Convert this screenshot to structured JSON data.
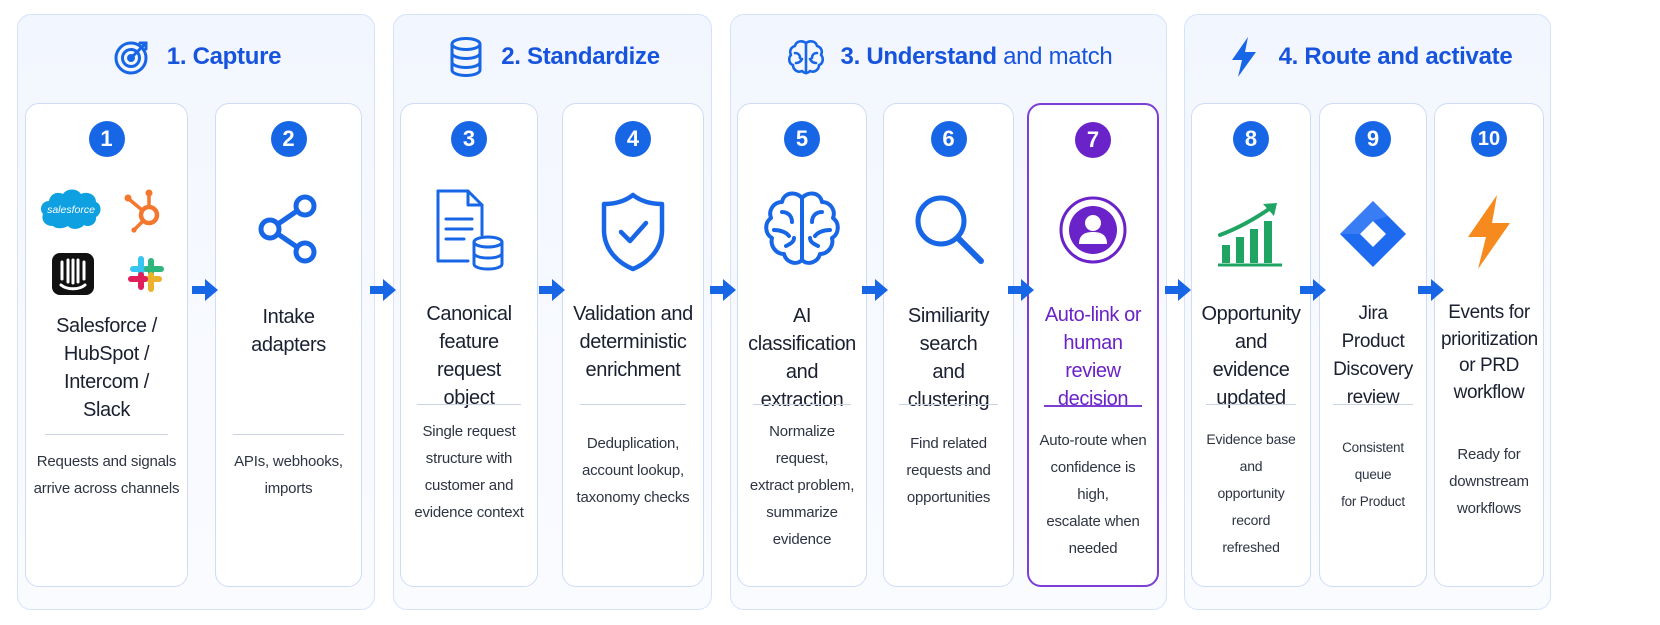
{
  "colors": {
    "accent_blue": "#1766e6",
    "title_blue": "#1654dd",
    "highlight_purple": "#6a22c9",
    "chart_green": "#1fa463",
    "jira_blue": "#1f6bf0",
    "bolt_orange": "#f78a1e",
    "salesforce_blue": "#0ea0e0",
    "hubspot_orange": "#f4772e",
    "intercom_black": "#111111"
  },
  "phases": [
    {
      "number": "1.",
      "title": "Capture",
      "icon": "target-icon"
    },
    {
      "number": "2.",
      "title": "Standardize",
      "icon": "database-icon"
    },
    {
      "number": "3.",
      "title_strong": "Understand",
      "title_light": "and match",
      "icon": "brain-icon"
    },
    {
      "number": "4.",
      "title": "Route and activate",
      "icon": "lightning-icon"
    }
  ],
  "logos": {
    "salesforce": "salesforce",
    "hubspot": "hubspot-logo",
    "intercom": "intercom-logo",
    "slack": "slack-logo"
  },
  "steps": [
    {
      "badge": "1",
      "title": [
        "Salesforce /",
        "HubSpot /",
        "Intercom /",
        "Slack"
      ],
      "desc": [
        "Requests and signals",
        "arrive across channels"
      ],
      "icon": "integration-logos"
    },
    {
      "badge": "2",
      "title": [
        "Intake",
        "adapters"
      ],
      "desc": [
        "APIs, webhooks,",
        "imports"
      ],
      "icon": "share-nodes-icon"
    },
    {
      "badge": "3",
      "title": [
        "Canonical",
        "feature request",
        "object"
      ],
      "desc": [
        "Single request",
        "structure with",
        "customer and",
        "evidence context"
      ],
      "icon": "document-database-icon"
    },
    {
      "badge": "4",
      "title": [
        "Validation and",
        "deterministic",
        "enrichment"
      ],
      "desc": [
        "Deduplication,",
        "account lookup,",
        "taxonomy checks"
      ],
      "icon": "shield-check-icon"
    },
    {
      "badge": "5",
      "title": [
        "AI classification",
        "and extraction"
      ],
      "desc": [
        "Normalize request,",
        "extract problem,",
        "summarize",
        "evidence"
      ],
      "icon": "brain-icon"
    },
    {
      "badge": "6",
      "title": [
        "Similiarity search",
        "and clustering"
      ],
      "desc": [
        "Find related",
        "requests and",
        "opportunities"
      ],
      "icon": "search-icon"
    },
    {
      "badge": "7",
      "title": [
        "Auto-link or",
        "human review",
        "decision"
      ],
      "desc": [
        "Auto-route when",
        "confidence is high,",
        "escalate when",
        "needed"
      ],
      "icon": "user-circle-icon"
    },
    {
      "badge": "8",
      "title": [
        "Opportunity",
        "and evidence",
        "updated"
      ],
      "desc": [
        "Evidence base and",
        "opportunity record",
        "refreshed"
      ],
      "icon": "growth-chart-icon"
    },
    {
      "badge": "9",
      "title": [
        "Jira Product",
        "Discovery",
        "review"
      ],
      "desc": [
        "Consistent queue",
        "for Product"
      ],
      "icon": "jira-icon"
    },
    {
      "badge": "10",
      "title": [
        "Events for",
        "prioritization",
        "or PRD",
        "workflow"
      ],
      "desc": [
        "Ready for",
        "downstream",
        "workflows"
      ],
      "icon": "lightning-icon"
    }
  ]
}
